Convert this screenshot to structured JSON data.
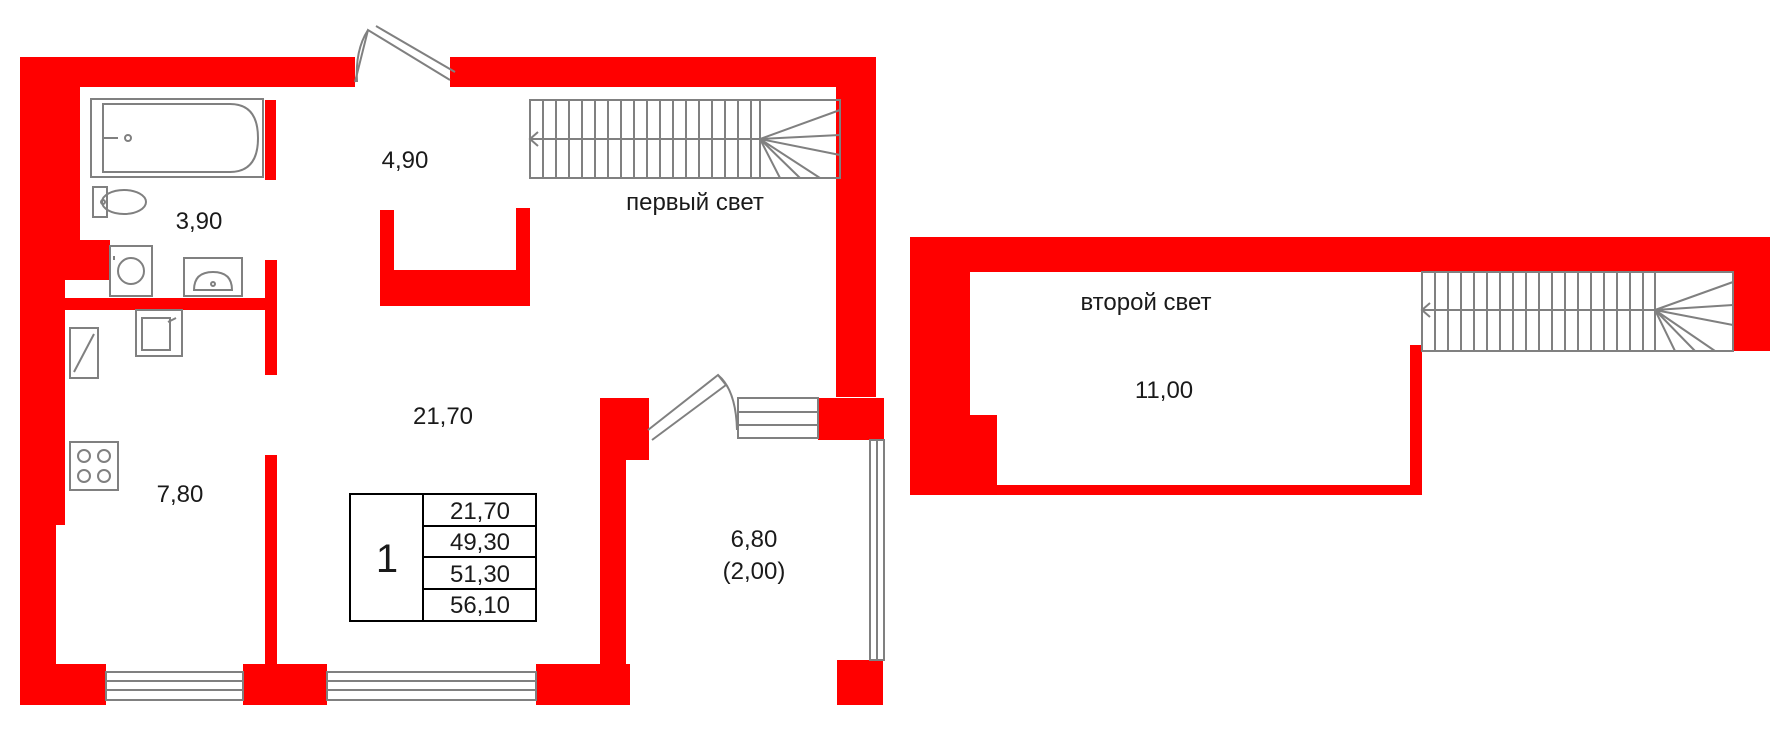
{
  "colors": {
    "wall": "#ff0000",
    "line": "#808080",
    "text": "#1a1a1a",
    "background": "#ffffff"
  },
  "rooms": {
    "hall": "4,90",
    "bathroom": "3,90",
    "living": "21,70",
    "kitchen": "7,80",
    "balcony_area": "6,80",
    "balcony_reduced": "(2,00)",
    "upper_room": "11,00"
  },
  "labels": {
    "first_light": "первый свет",
    "second_light": "второй свет"
  },
  "summary": {
    "rooms_count": "1",
    "values": [
      "21,70",
      "49,30",
      "51,30",
      "56,10"
    ]
  },
  "icons": [
    "bathtub-icon",
    "toilet-icon",
    "washing-machine-icon",
    "sink-icon",
    "kitchen-sink-icon",
    "stove-icon",
    "staircase-icon",
    "door-icon",
    "window-icon"
  ]
}
